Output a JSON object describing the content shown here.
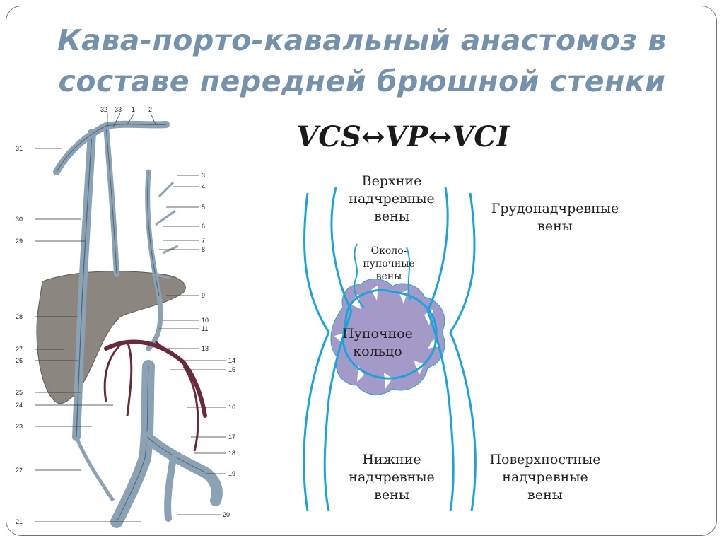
{
  "title": {
    "line1": "Кава-порто-кавальный анастомоз в",
    "line2": "составе передней брюшной стенки"
  },
  "formula": "VCS↔VP↔VCI",
  "labels": {
    "superior_epigastric": [
      "Верхние",
      "надчревные",
      "вены"
    ],
    "thoracoepigastric": [
      "Грудонадчревные",
      "вены"
    ],
    "paraumbilical": [
      "Около-",
      "пупочные",
      "вены"
    ],
    "umbilical_ring": [
      "Пупочное",
      "кольцо"
    ],
    "inferior_epigastric": [
      "Нижние",
      "надчревные",
      "вены"
    ],
    "superficial_epigastric": [
      "Поверхностные",
      "надчревные",
      "вены"
    ]
  },
  "anatomy_numbers_left": [
    "31",
    "30",
    "29",
    "28",
    "27",
    "26",
    "25",
    "24",
    "23",
    "22",
    "21"
  ],
  "anatomy_numbers_right": [
    "3",
    "4",
    "5",
    "6",
    "7",
    "8",
    "9",
    "10",
    "11",
    "13",
    "14",
    "15",
    "16",
    "17",
    "18",
    "19",
    "20"
  ],
  "anatomy_numbers_top": [
    "32",
    "33",
    "1",
    "2"
  ],
  "colors": {
    "title": "#7592ad",
    "vein_blue": "#1aa3dc",
    "ring_fill": "#a49ac7",
    "anatomy_vein": "#8aa2b4",
    "liver": "#8c8680",
    "portal": "#6a2a3a"
  }
}
